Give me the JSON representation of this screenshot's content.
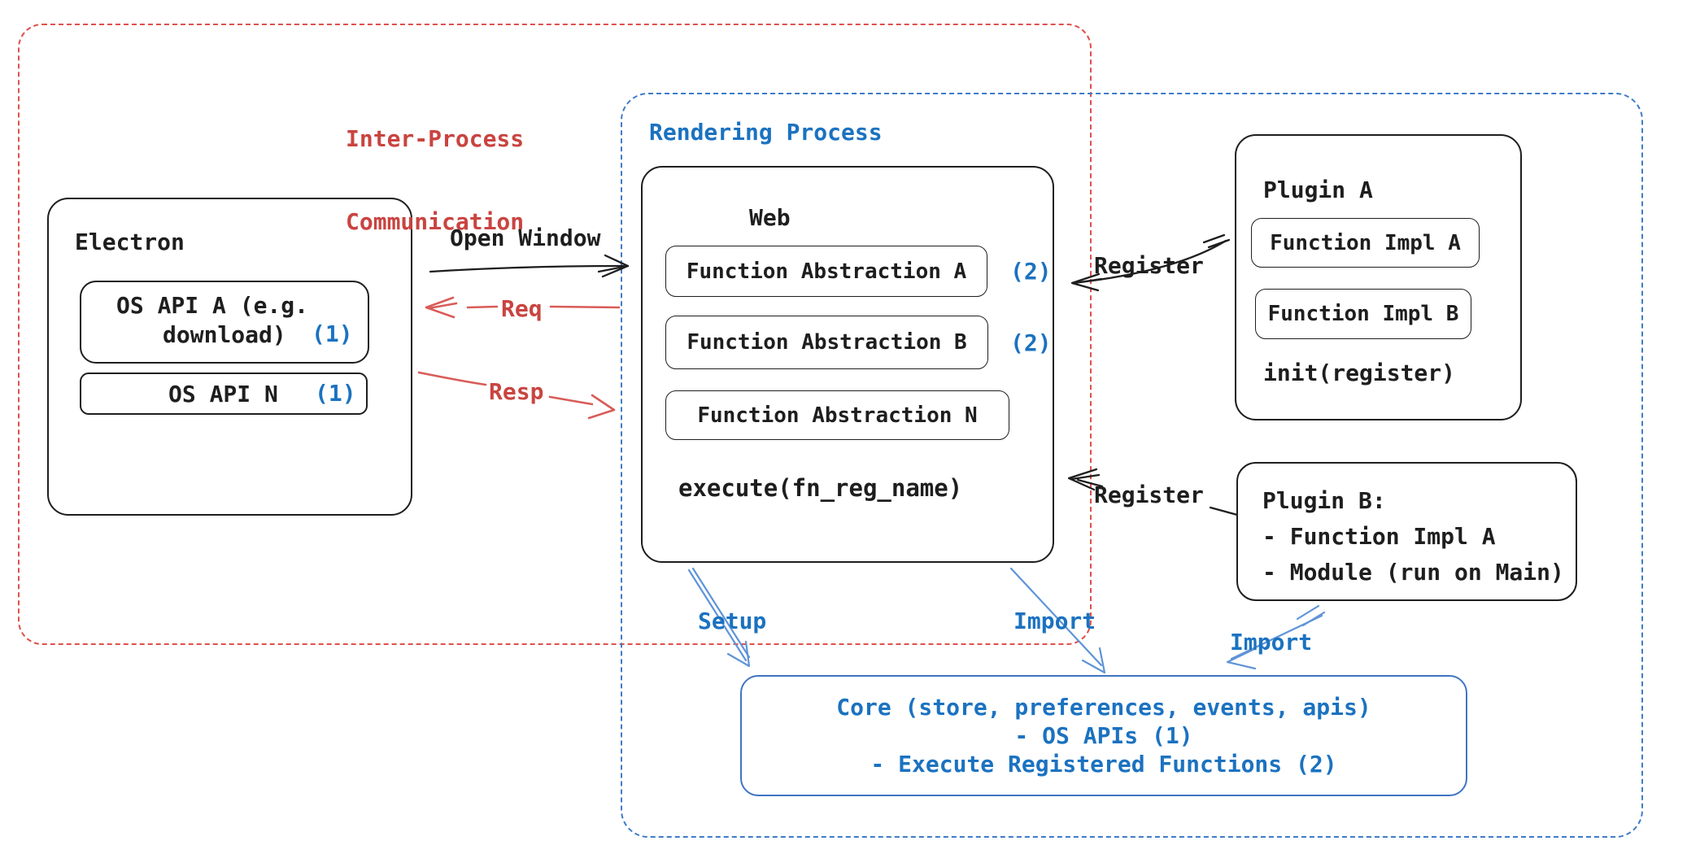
{
  "colors": {
    "background": "#ffffff",
    "ink": "#1e1e1e",
    "red_text": "#c94440",
    "red_dash": "#e0504a",
    "red_arrow": "#d85c58",
    "blue_text": "#1b72c0",
    "blue_dash": "#3d7cc9",
    "blue_arrow": "#5f94d8",
    "core_border": "#3f74c4"
  },
  "ipc": {
    "line1": "Inter-Process",
    "line2": "Communication"
  },
  "rendering": {
    "title": "Rendering Process"
  },
  "electron": {
    "title": "Electron",
    "api_a_line1": "OS API A (e.g.",
    "api_a_line2": "download)",
    "api_a_badge": "(1)",
    "api_n_label": "OS API N",
    "api_n_badge": "(1)"
  },
  "web": {
    "title": "Web",
    "abstraction_a": "Function Abstraction A",
    "abstraction_a_badge": "(2)",
    "abstraction_b": "Function Abstraction B",
    "abstraction_b_badge": "(2)",
    "abstraction_n": "Function Abstraction N",
    "execute_label": "execute(fn_reg_name)"
  },
  "plugin_a": {
    "title": "Plugin A",
    "impl_a": "Function Impl A",
    "impl_b": "Function Impl B",
    "init_label": "init(register)"
  },
  "plugin_b": {
    "title": "Plugin B:",
    "item1": "- Function Impl A",
    "item2": "- Module (run on Main)"
  },
  "core": {
    "line1": "Core (store, preferences, events, apis)",
    "line2": "- OS APIs (1)",
    "line3": "- Execute Registered Functions (2)"
  },
  "labels": {
    "open_window": "Open Window",
    "req": "Req",
    "resp": "Resp",
    "register_top": "Register",
    "register_bottom": "Register",
    "setup": "Setup",
    "import_web": "Import",
    "import_plugin": "Import"
  }
}
